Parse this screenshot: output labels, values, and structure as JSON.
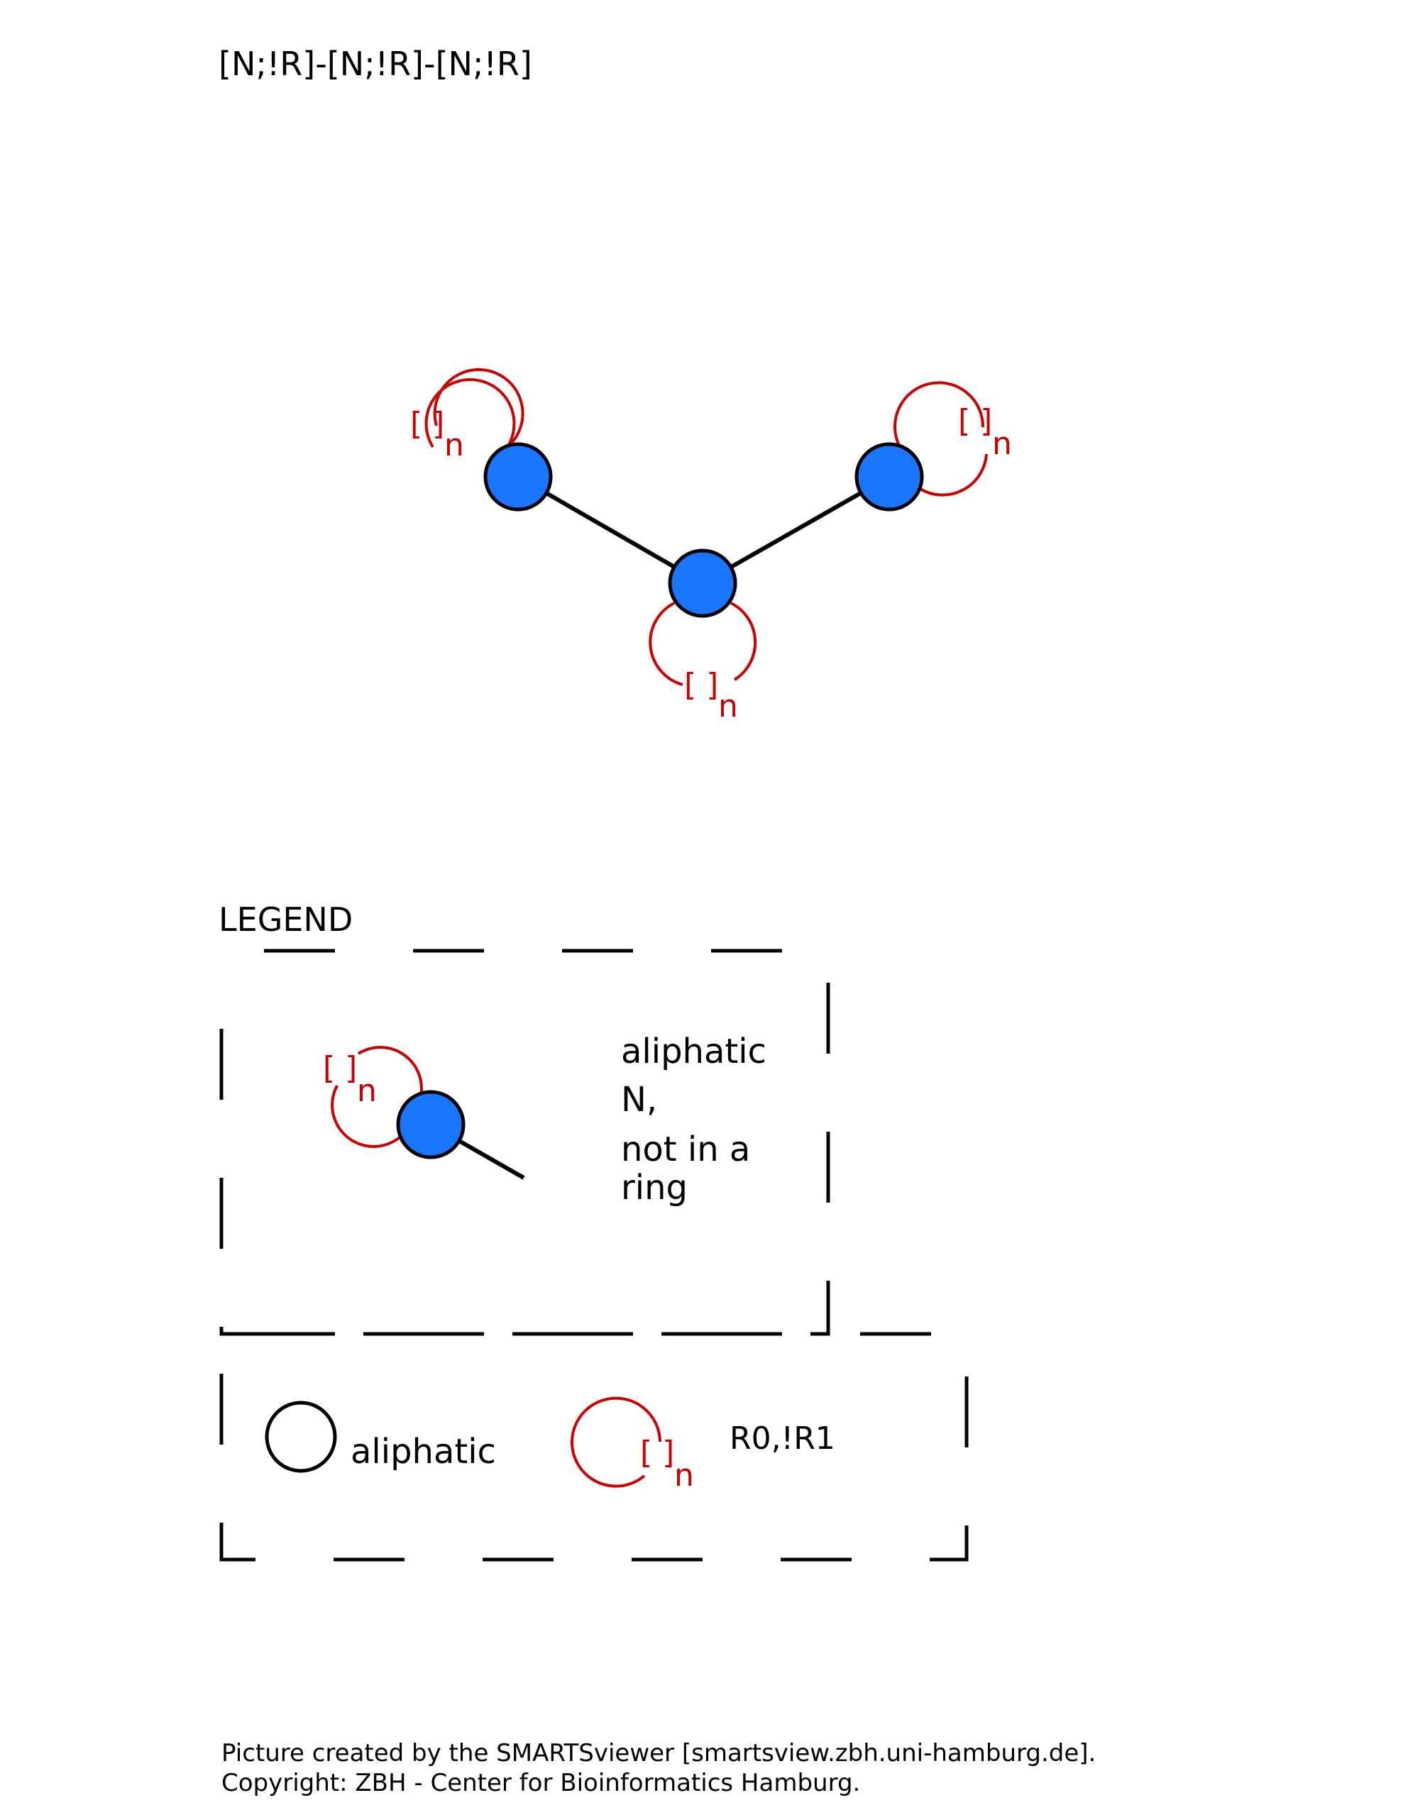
{
  "smarts": "[N;!R]-[N;!R]-[N;!R]",
  "colors": {
    "atom_fill": "#1a75ff",
    "outline": "#000000",
    "ring_annotation": "#cc0000",
    "background": "#ffffff"
  },
  "molecule": {
    "atoms": [
      {
        "element": "N",
        "aromatic": false,
        "ring_label": "[ ]",
        "ring_sub": "n"
      },
      {
        "element": "N",
        "aromatic": false,
        "ring_label": "[ ]",
        "ring_sub": "n"
      },
      {
        "element": "N",
        "aromatic": false,
        "ring_label": "[ ]",
        "ring_sub": "n"
      }
    ],
    "bonds": [
      {
        "from": 0,
        "to": 1,
        "order": "single"
      },
      {
        "from": 1,
        "to": 2,
        "order": "single"
      }
    ]
  },
  "legend": {
    "title": "LEGEND",
    "atom_entry": {
      "ring_label": "[ ]",
      "ring_sub": "n",
      "description_lines": [
        "aliphatic",
        "N,",
        "not in a",
        "ring"
      ]
    },
    "symbols": [
      {
        "icon": "aliphatic-circle-icon",
        "label": "aliphatic"
      },
      {
        "icon": "ring-loop-icon",
        "ring_label": "[ ]",
        "ring_sub": "n",
        "label": "R0,!R1"
      }
    ]
  },
  "footer": {
    "line1": "Picture created by the SMARTSviewer [smartsview.zbh.uni-hamburg.de].",
    "line2": "Copyright: ZBH - Center for Bioinformatics Hamburg."
  }
}
